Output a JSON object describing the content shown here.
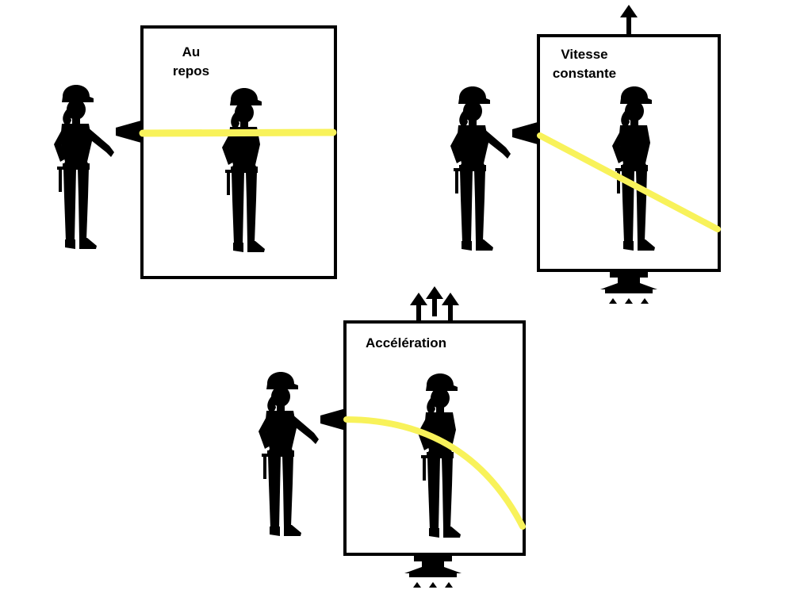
{
  "colors": {
    "beam": "#f8f25a",
    "ink": "#000000",
    "background": "#ffffff"
  },
  "icons": {
    "person": "construction-worker-silhouette",
    "laser": "flashlight-icon",
    "thrust": "rocket-thruster-icon",
    "arrow": "up-arrow-icon"
  },
  "panels": {
    "rest": {
      "label_line1": "Au",
      "label_line2": "repos",
      "arrows": 0,
      "thruster": false
    },
    "constant": {
      "label_line1": "Vitesse",
      "label_line2": "constante",
      "arrows": 1,
      "thruster": true
    },
    "accel": {
      "label_line1": "Accélération",
      "arrows": 3,
      "thruster": true
    }
  }
}
